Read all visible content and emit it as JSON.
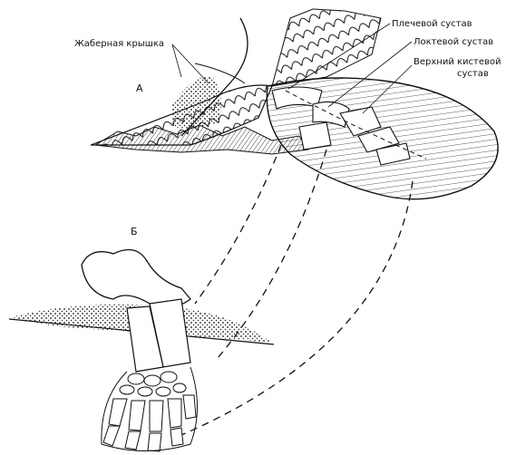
{
  "figure": {
    "label_a": "А",
    "label_b": "Б",
    "callouts": {
      "gill_cover": "Жаберная крышка",
      "shoulder_joint": "Плечевой сустав",
      "elbow_joint": "Локтевой сустав",
      "wrist_joint_line1": "Верхний кистевой",
      "wrist_joint_line2": "сустав"
    }
  }
}
